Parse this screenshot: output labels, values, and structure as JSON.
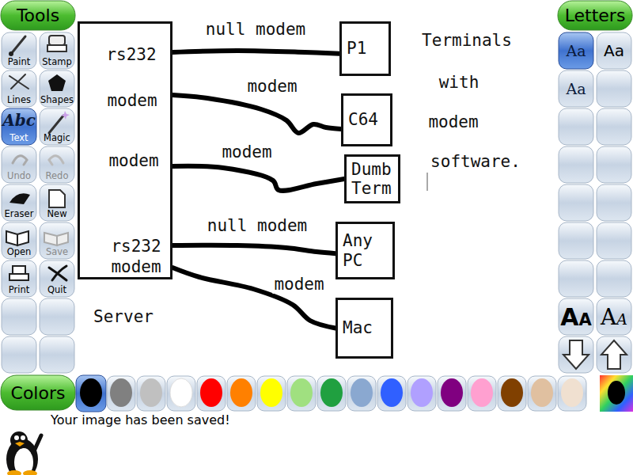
{
  "diagram": {
    "nodes": [
      {
        "text": [
          "rs232",
          "modem",
          "modem",
          "rs232",
          "modem",
          "Server"
        ]
      },
      {
        "text": [
          "P1"
        ]
      },
      {
        "text": [
          "C64"
        ]
      },
      {
        "text": [
          "Dumb Term"
        ]
      },
      {
        "text": [
          "Any PC"
        ]
      },
      {
        "text": [
          "Mac"
        ]
      }
    ],
    "edges": [
      {
        "from": 0,
        "to": 1,
        "label": "null modem",
        "arrow": "none"
      },
      {
        "from": 0,
        "to": 2,
        "label": "modem",
        "arrow": "none"
      },
      {
        "from": 0,
        "to": 3,
        "label": "modem",
        "arrow": "none"
      },
      {
        "from": 0,
        "to": 4,
        "label": "null modem",
        "arrow": "none"
      },
      {
        "from": 0,
        "to": 5,
        "label": "modem",
        "arrow": "none"
      }
    ],
    "labels": [
      "Tools",
      "Paint",
      "Stamp",
      "Lines",
      "Shapes",
      "Abc",
      "Text",
      "Magic",
      "Undo",
      "Redo",
      "Eraser",
      "New",
      "Open",
      "Save",
      "Print",
      "Quit",
      "Letters",
      "Aa",
      "Aa",
      "Aa",
      "AA",
      "AA",
      "Terminals",
      "with",
      "modem",
      "software.",
      "Colors",
      "Your image has been saved!"
    ]
  }
}
